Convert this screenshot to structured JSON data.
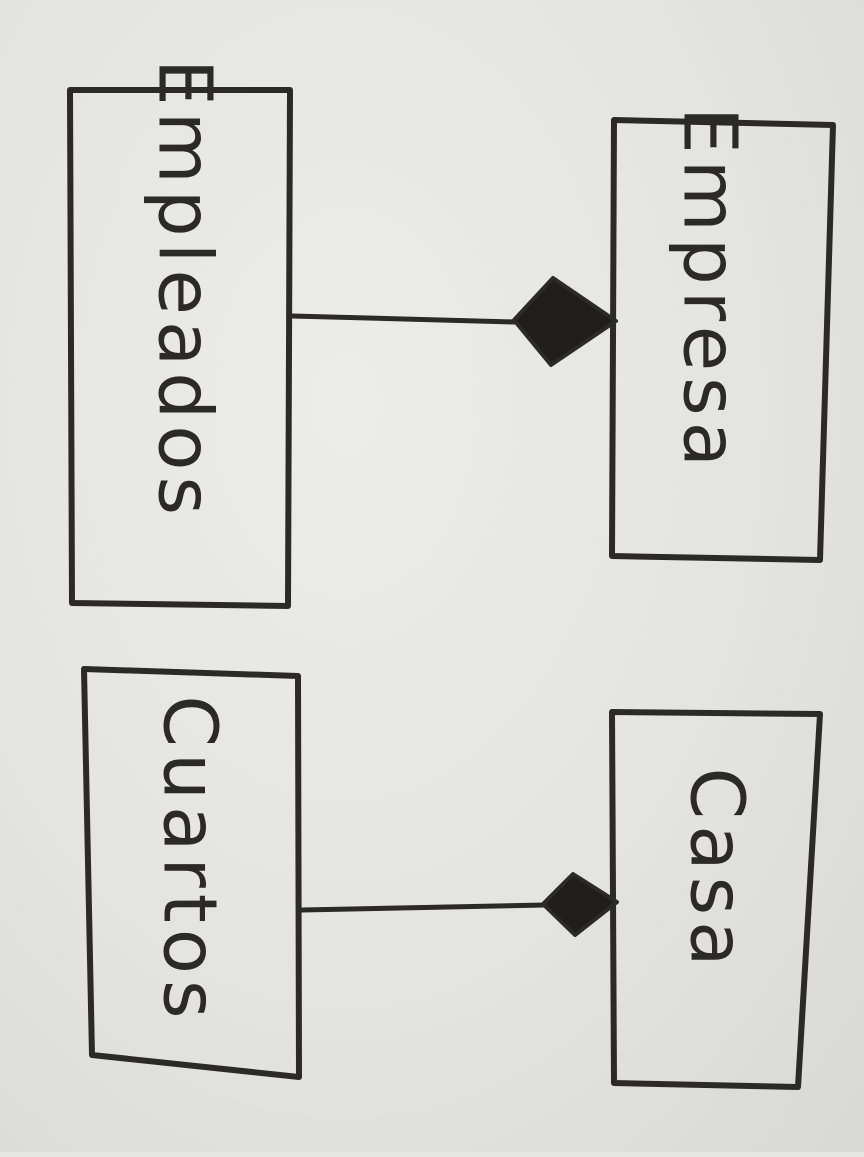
{
  "diagram": {
    "type": "uml-composition",
    "colors": {
      "ink": "#2b2a28",
      "paper": "#e6e6e4"
    },
    "relations": [
      {
        "part": "Empleados",
        "whole": "Empresa",
        "marker": "filled-diamond"
      },
      {
        "part": "Cuartos",
        "whole": "Casa",
        "marker": "filled-diamond"
      }
    ]
  }
}
